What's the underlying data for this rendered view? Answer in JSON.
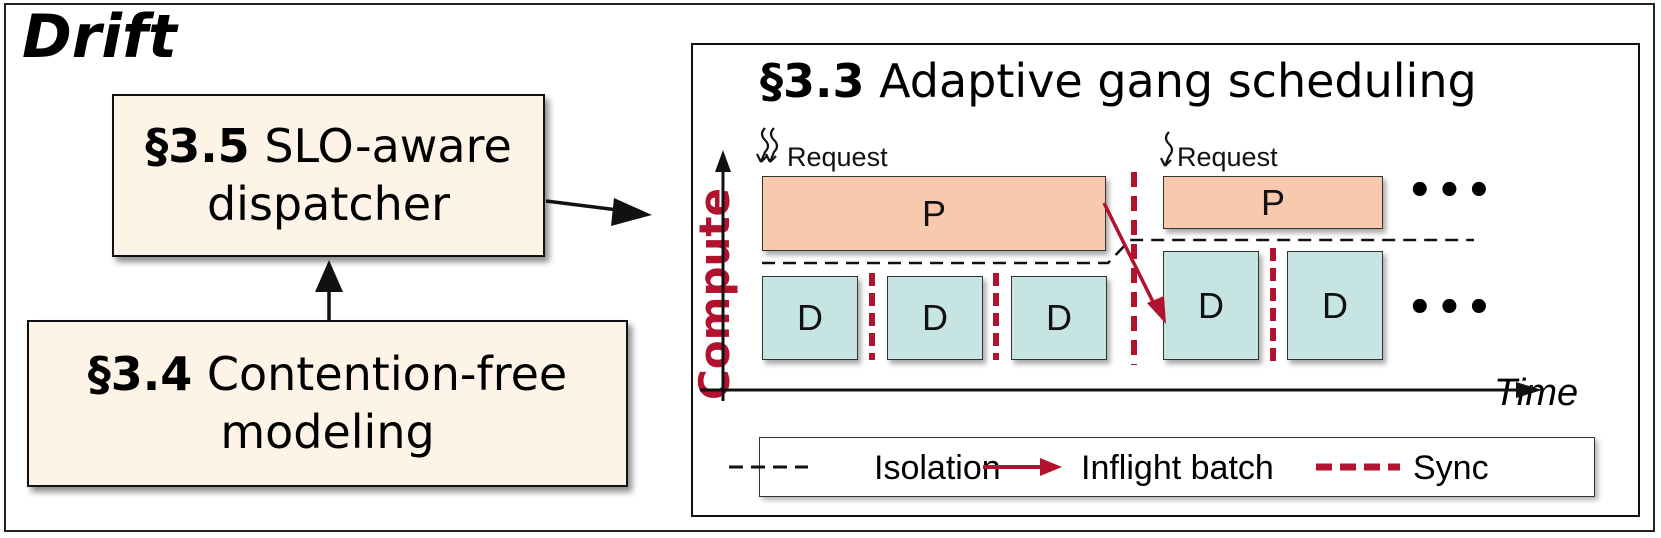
{
  "system_name": "Drift",
  "dispatcher": {
    "section": "§3.5",
    "line1": "SLO-aware",
    "line2": "dispatcher"
  },
  "modeling": {
    "section": "§3.4",
    "line1": "Contention-free",
    "line2": "modeling"
  },
  "scheduling": {
    "section": "§3.3",
    "title": "Adaptive gang scheduling",
    "y_axis": "Compute",
    "x_axis": "Time",
    "request_labels": [
      "Request",
      "Request"
    ],
    "prefill_labels": [
      "P",
      "P"
    ],
    "decode_labels": [
      "D",
      "D",
      "D",
      "D",
      "D"
    ],
    "ellipsis": "•••"
  },
  "legend": {
    "isolation": "Isolation",
    "inflight": "Inflight batch",
    "sync": "Sync"
  },
  "colors": {
    "prefill": "#f9c9ae",
    "decode": "#c5e4e2",
    "accent_red": "#b3122e",
    "box_fill": "#fdf3e6"
  }
}
